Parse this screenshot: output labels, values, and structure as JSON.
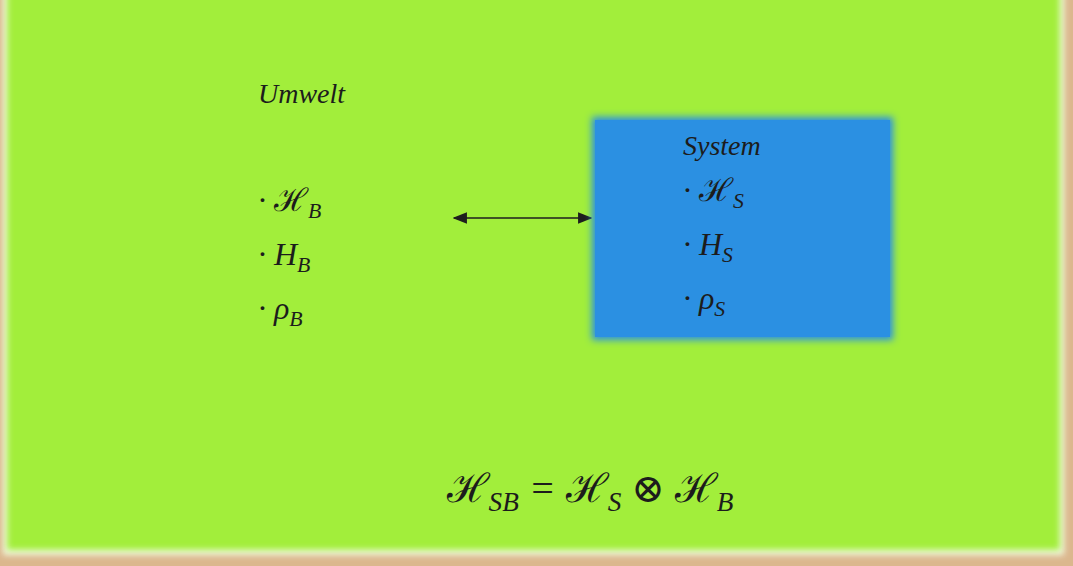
{
  "diagram": {
    "nodes": [
      {
        "text": [
          "Umwelt",
          "· ℋB",
          "· HB",
          "· ρB"
        ]
      },
      {
        "text": [
          "System",
          "· ℋS",
          "· HS",
          "· ρS"
        ]
      }
    ],
    "edges": [
      {
        "from": 0,
        "to": 1,
        "arrow": "both"
      }
    ],
    "labels": [
      "ℋSB = ℋS ⊗ ℋB"
    ]
  }
}
